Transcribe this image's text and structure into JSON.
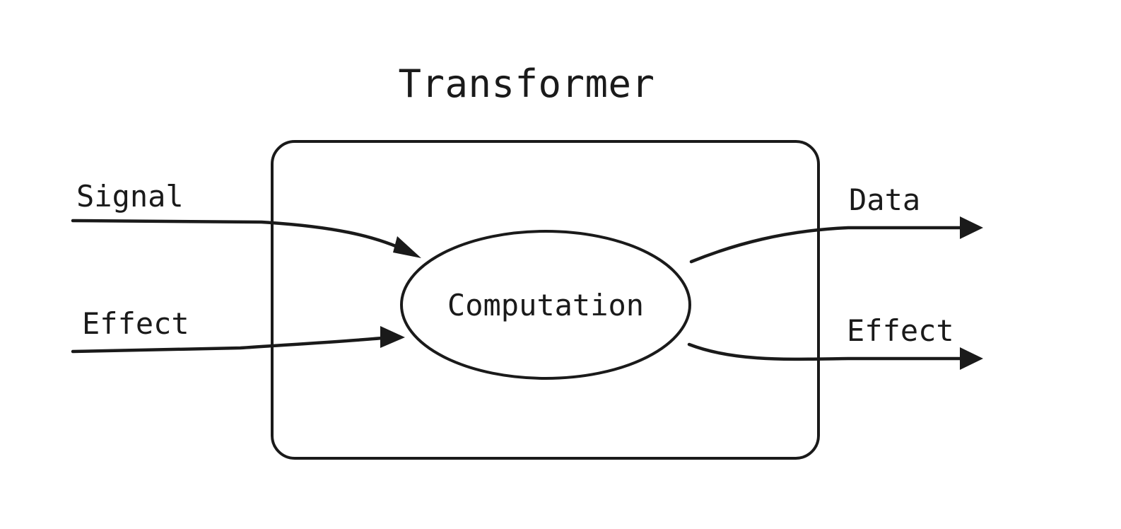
{
  "diagram": {
    "title": "Transformer",
    "type": "block-diagram",
    "background_color": "#ffffff",
    "stroke_color": "#1a1a1a",
    "container": {
      "name": "transformer-boundary",
      "shape": "rounded-rectangle",
      "label": "Transformer"
    },
    "node": {
      "name": "computation-node",
      "shape": "ellipse",
      "label": "Computation"
    },
    "inputs": [
      {
        "id": "signal-in",
        "label": "Signal",
        "arrow": "arrow-right"
      },
      {
        "id": "effect-in",
        "label": "Effect",
        "arrow": "arrow-right"
      }
    ],
    "outputs": [
      {
        "id": "data-out",
        "label": "Data",
        "arrow": "arrow-right"
      },
      {
        "id": "effect-out",
        "label": "Effect",
        "arrow": "arrow-right"
      }
    ]
  }
}
